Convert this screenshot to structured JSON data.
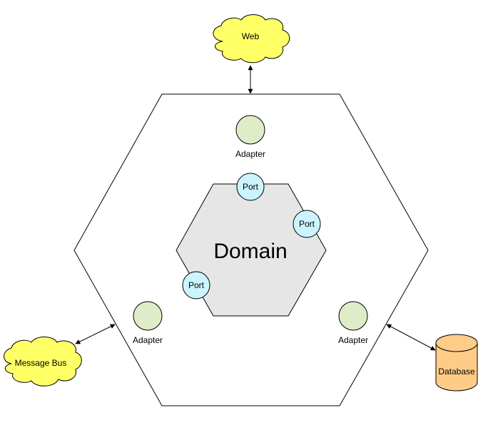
{
  "diagram": {
    "external": {
      "web": "Web",
      "message_bus": "Message Bus",
      "database": "Database"
    },
    "adapters": {
      "top": "Adapter",
      "left": "Adapter",
      "right": "Adapter"
    },
    "domain": {
      "label": "Domain",
      "ports": [
        "Port",
        "Port",
        "Port"
      ]
    }
  },
  "colors": {
    "cloud_fill": "#ffff66",
    "adapter_fill": "#deecc8",
    "port_fill": "#ccf4ff",
    "domain_fill": "#e6e6e6",
    "database_fill": "#ffcc88",
    "outline": "#000000"
  }
}
